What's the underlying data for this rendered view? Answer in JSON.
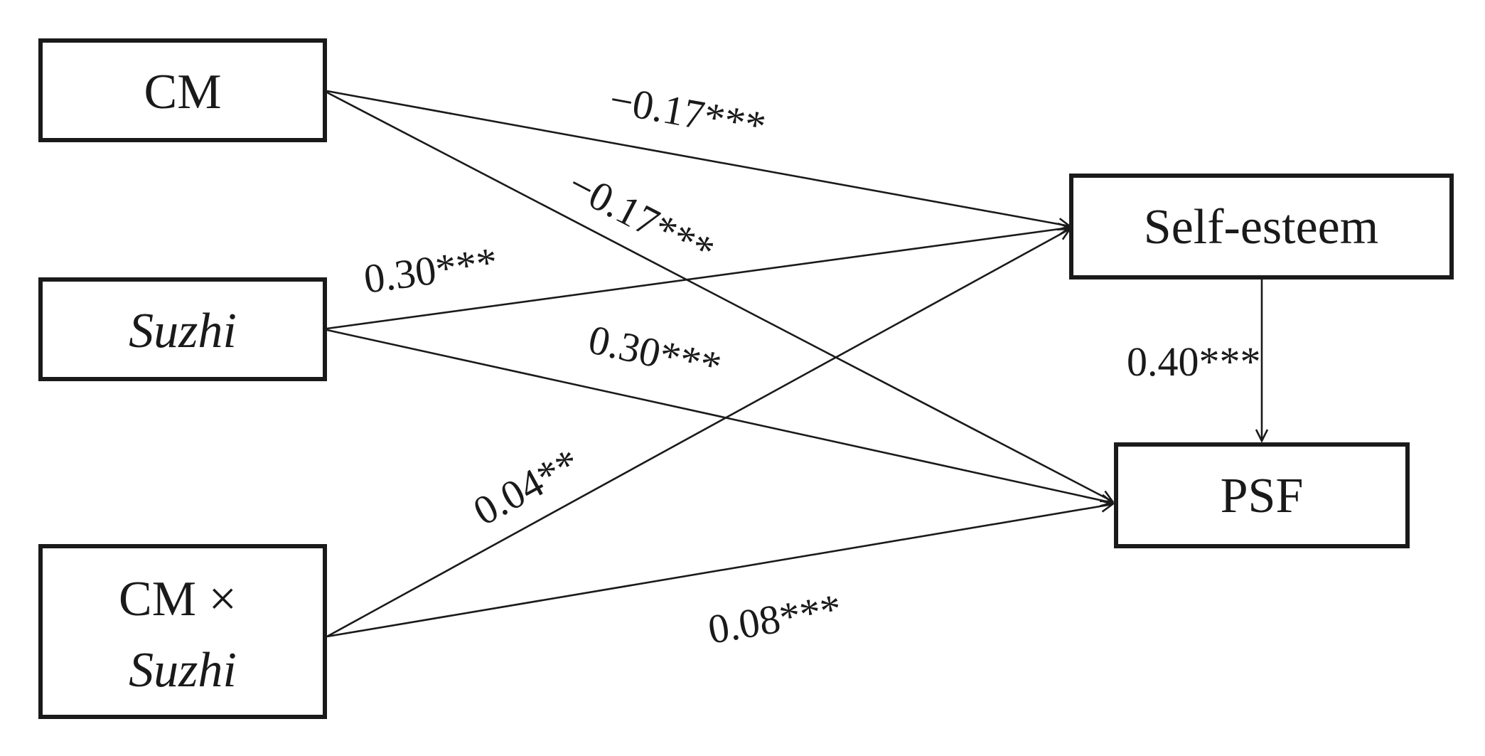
{
  "nodes": {
    "cm": {
      "label": "CM"
    },
    "suzhi": {
      "label": "Suzhi"
    },
    "cm_x_suzhi": {
      "label_line1": "CM ×",
      "label_line2": "Suzhi"
    },
    "self_esteem": {
      "label": "Self-esteem"
    },
    "psf": {
      "label": "PSF"
    }
  },
  "paths": [
    {
      "from": "CM",
      "to": "Self-esteem",
      "coefficient": "−0.17***"
    },
    {
      "from": "CM",
      "to": "PSF",
      "coefficient": "−0.17***"
    },
    {
      "from": "Suzhi",
      "to": "Self-esteem",
      "coefficient": "0.30***"
    },
    {
      "from": "Suzhi",
      "to": "PSF",
      "coefficient": "0.30***"
    },
    {
      "from": "CM × Suzhi",
      "to": "Self-esteem",
      "coefficient": "0.04**"
    },
    {
      "from": "CM × Suzhi",
      "to": "PSF",
      "coefficient": "0.08***"
    },
    {
      "from": "Self-esteem",
      "to": "PSF",
      "coefficient": "0.40***"
    }
  ]
}
